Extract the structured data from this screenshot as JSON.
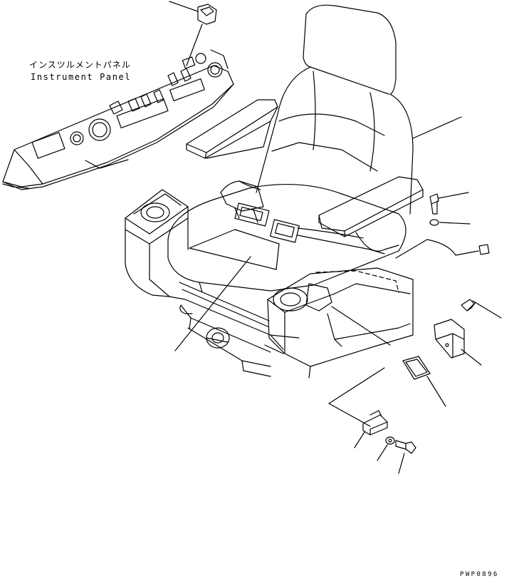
{
  "labels": {
    "instrument_panel_jp": "インスツルメントパネル",
    "instrument_panel_en": "Instrument Panel",
    "drawing_code": "PWP0896"
  },
  "colors": {
    "line": "#000000",
    "background": "#ffffff"
  }
}
